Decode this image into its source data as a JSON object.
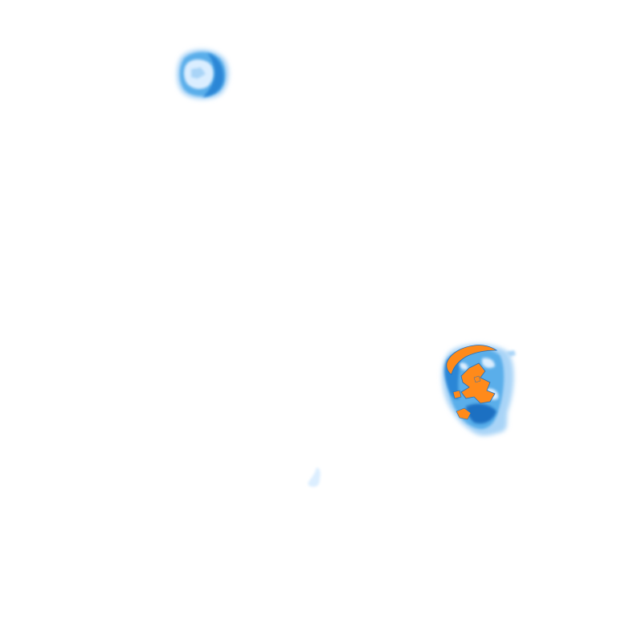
{
  "background_color": "#ffffff",
  "palette": {
    "pale_blue": "#dbeeff",
    "light_blue": "#a9d4f7",
    "mid_blue": "#5aaeea",
    "strong_blue": "#2b86d6",
    "deep_blue": "#1d6fc2",
    "orange": "#ff8a1a"
  },
  "regions": [
    {
      "name": "upper-left-blob",
      "dominant_color": "strong_blue"
    },
    {
      "name": "right-blob",
      "dominant_color": "mid_blue",
      "has_orange_core": true
    },
    {
      "name": "faint-speck",
      "dominant_color": "pale_blue"
    }
  ]
}
